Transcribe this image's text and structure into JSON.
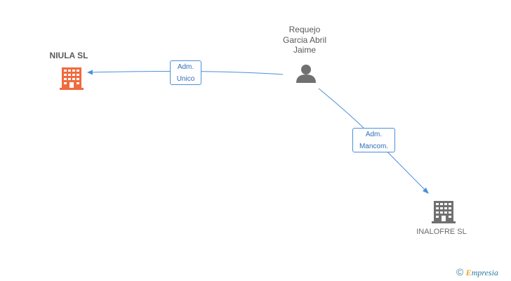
{
  "nodes": {
    "company_primary": {
      "name": "NIULA SL",
      "icon": "building-icon",
      "color": "#f26a3d"
    },
    "person": {
      "name_lines": [
        "Requejo",
        "Garcia Abril",
        "Jaime"
      ],
      "icon": "person-icon",
      "color": "#707070"
    },
    "company_secondary": {
      "name": "INALOFRE SL",
      "icon": "building-icon",
      "color": "#707070"
    }
  },
  "edges": [
    {
      "from": "person",
      "to": "company_primary",
      "label_lines": [
        "Adm.",
        "Unico"
      ]
    },
    {
      "from": "person",
      "to": "company_secondary",
      "label_lines": [
        "Adm.",
        "Mancom."
      ]
    }
  ],
  "colors": {
    "edge": "#4a90d9"
  },
  "footer": {
    "copyright": "©",
    "brand_first": "E",
    "brand_rest": "mpresia"
  }
}
